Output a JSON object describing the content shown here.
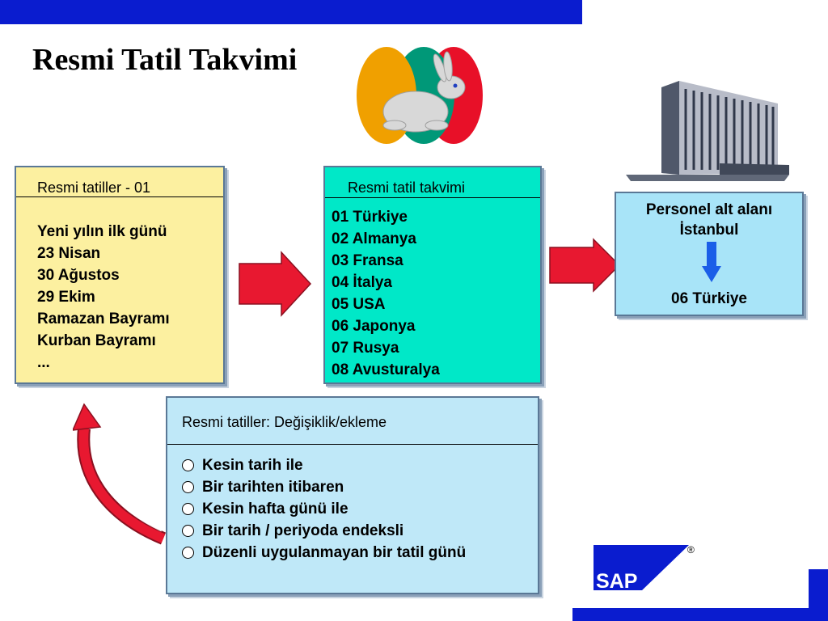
{
  "slide": {
    "title": "Resmi Tatil Takvimi",
    "accent_color": "#0a1ccf"
  },
  "holidays_box": {
    "header": "Resmi tatiller - 01",
    "items": [
      "Yeni yılın ilk günü",
      "23 Nisan",
      "30 Ağustos",
      "29 Ekim",
      "Ramazan Bayramı",
      "Kurban Bayramı",
      "..."
    ]
  },
  "calendar_box": {
    "header": "Resmi tatil takvimi",
    "items": [
      "01 Türkiye",
      "02 Almanya",
      "03 Fransa",
      "04 İtalya",
      "05 USA",
      "06 Japonya",
      "07 Rusya",
      "08 Avusturalya"
    ]
  },
  "subarea_box": {
    "line1": "Personel alt alanı",
    "line2": "İstanbul",
    "value": "06 Türkiye"
  },
  "changes_box": {
    "header": "Resmi tatiller: Değişiklik/ekleme",
    "options": [
      "Kesin tarih ile",
      "Bir tarihten itibaren",
      "Kesin hafta günü ile",
      "Bir tarih / periyoda endeksli",
      "Düzenli uygulanmayan bir tatil günü"
    ]
  },
  "logo": {
    "text": "SAP",
    "registered": "®"
  },
  "icons": [
    "easter-rabbit-eggs-icon",
    "office-building-icon",
    "right-arrow-icon",
    "down-arrow-icon",
    "curved-arrow-icon",
    "sap-logo-icon"
  ]
}
